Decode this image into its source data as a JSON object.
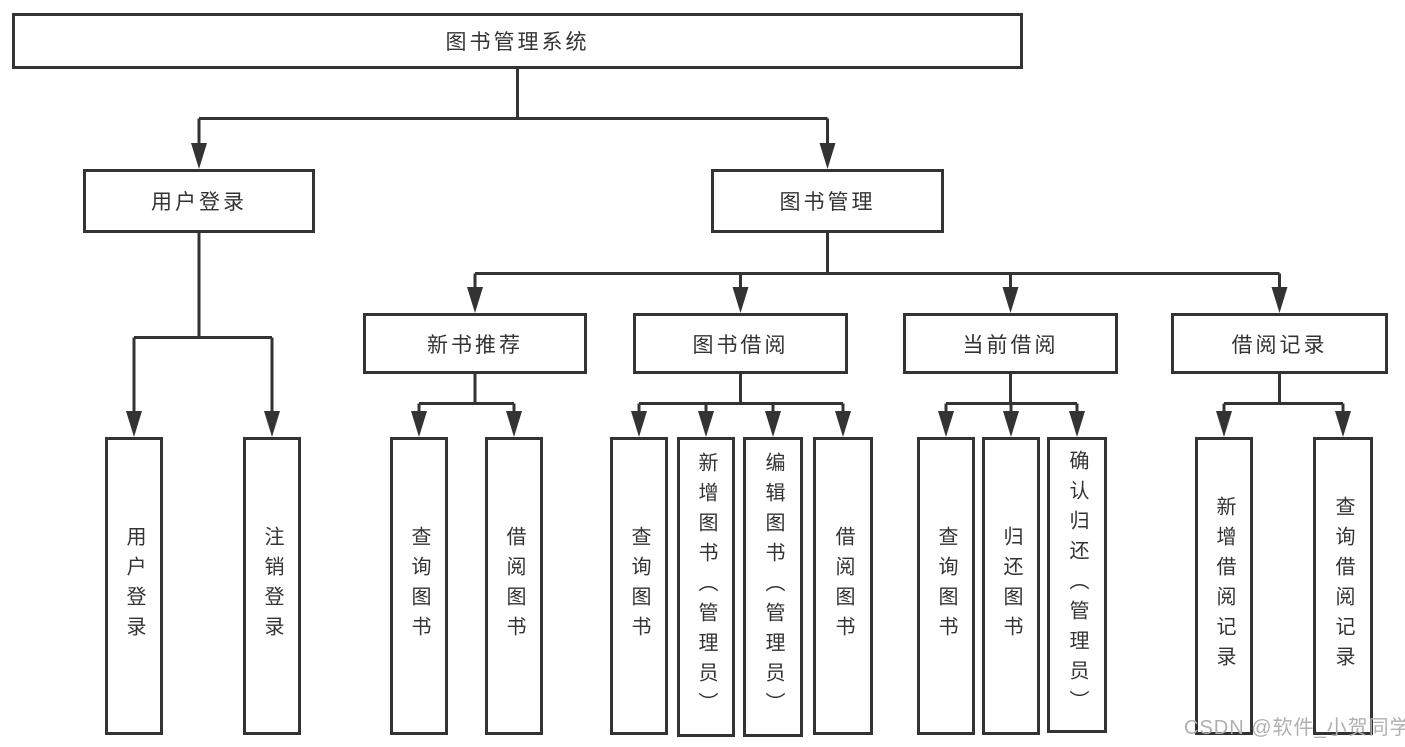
{
  "diagram": {
    "root": {
      "label": "图书管理系统"
    },
    "user_login": {
      "label": "用户登录",
      "children": [
        {
          "label": "用户登录"
        },
        {
          "label": "注销登录"
        }
      ]
    },
    "book_management": {
      "label": "图书管理",
      "sections": [
        {
          "label": "新书推荐",
          "children": [
            {
              "label": "查询图书"
            },
            {
              "label": "借阅图书"
            }
          ]
        },
        {
          "label": "图书借阅",
          "children": [
            {
              "label": "查询图书"
            },
            {
              "label": "新增图书（管理员）"
            },
            {
              "label": "编辑图书（管理员）"
            },
            {
              "label": "借阅图书"
            }
          ]
        },
        {
          "label": "当前借阅",
          "children": [
            {
              "label": "查询图书"
            },
            {
              "label": "归还图书"
            },
            {
              "label": "确认归还（管理员）"
            }
          ]
        },
        {
          "label": "借阅记录",
          "children": [
            {
              "label": "新增借阅记录"
            },
            {
              "label": "查询借阅记录"
            }
          ]
        }
      ]
    }
  },
  "watermark": {
    "text": "CSDN @软件_小贺同学"
  },
  "colors": {
    "line": "#333333",
    "text": "#333333",
    "watermark": "#b0b0b0",
    "background": "#ffffff"
  }
}
